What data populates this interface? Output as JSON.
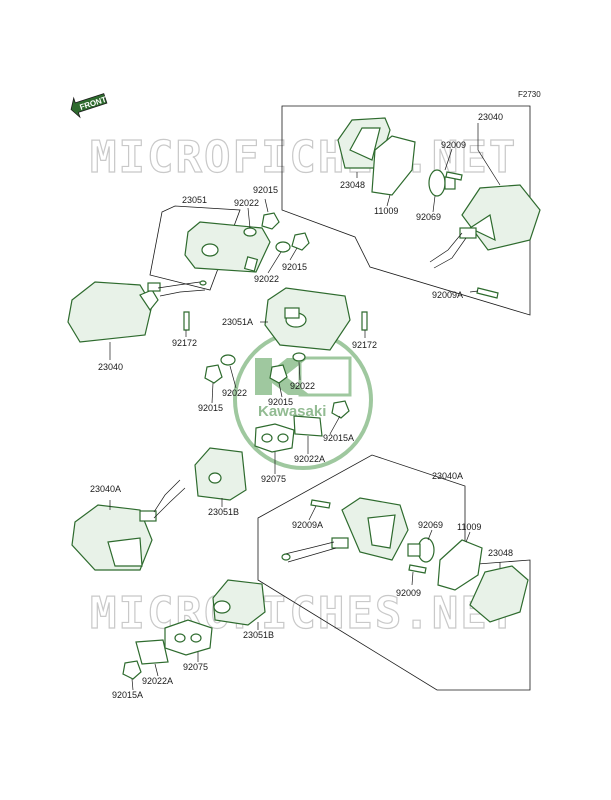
{
  "diagram": {
    "code": "F2730",
    "watermark": "MICROFICHES.NET",
    "logo": "Kawasaki",
    "front_label": "FRONT",
    "labels": {
      "l_23040_top": "23040",
      "l_92009_top": "92009",
      "l_23048_top": "23048",
      "l_11009_top": "11009",
      "l_92069_top": "92069",
      "l_92009A_top": "92009A",
      "l_23051": "23051",
      "l_92015_a": "92015",
      "l_92022_a": "92022",
      "l_92015_b": "92015",
      "l_92022_b": "92022",
      "l_23040_left": "23040",
      "l_92172_left": "92172",
      "l_23051A": "23051A",
      "l_92172_right": "92172",
      "l_92022_c": "92022",
      "l_92022_d": "92022",
      "l_92015_c": "92015",
      "l_92015_d": "92015",
      "l_92015A_mid": "92015A",
      "l_92022A_mid": "92022A",
      "l_92075_mid": "92075",
      "l_23040A_left": "23040A",
      "l_23051B_mid": "23051B",
      "l_23040A_right": "23040A",
      "l_92009A_bot": "92009A",
      "l_92069_bot": "92069",
      "l_11009_bot": "11009",
      "l_23048_bot": "23048",
      "l_92009_bot": "92009",
      "l_23051B_bot": "23051B",
      "l_92075_bot": "92075",
      "l_92022A_bot": "92022A",
      "l_92015A_bot": "92015A"
    }
  }
}
